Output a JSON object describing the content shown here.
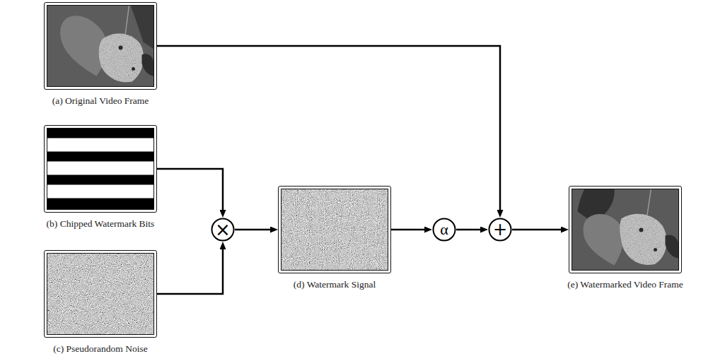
{
  "diagram": {
    "nodes": [
      {
        "text": [
          "(a) Original Video Frame"
        ]
      },
      {
        "text": [
          "(b) Chipped Watermark Bits"
        ]
      },
      {
        "text": [
          "(c) Pseudorandom Noise"
        ]
      },
      {
        "text": [
          "×"
        ]
      },
      {
        "text": [
          "(d) Watermark Signal"
        ]
      },
      {
        "text": [
          "α"
        ]
      },
      {
        "text": [
          "+"
        ]
      },
      {
        "text": [
          "(e) Watermarked Video Frame"
        ]
      }
    ],
    "edges": [
      {
        "from": 0,
        "to": 6,
        "arrow": "to"
      },
      {
        "from": 1,
        "to": 3,
        "arrow": "to"
      },
      {
        "from": 2,
        "to": 3,
        "arrow": "to"
      },
      {
        "from": 3,
        "to": 4,
        "arrow": "to"
      },
      {
        "from": 4,
        "to": 5,
        "arrow": "to"
      },
      {
        "from": 5,
        "to": 6,
        "arrow": "to"
      },
      {
        "from": 6,
        "to": 7,
        "arrow": "to"
      }
    ]
  }
}
